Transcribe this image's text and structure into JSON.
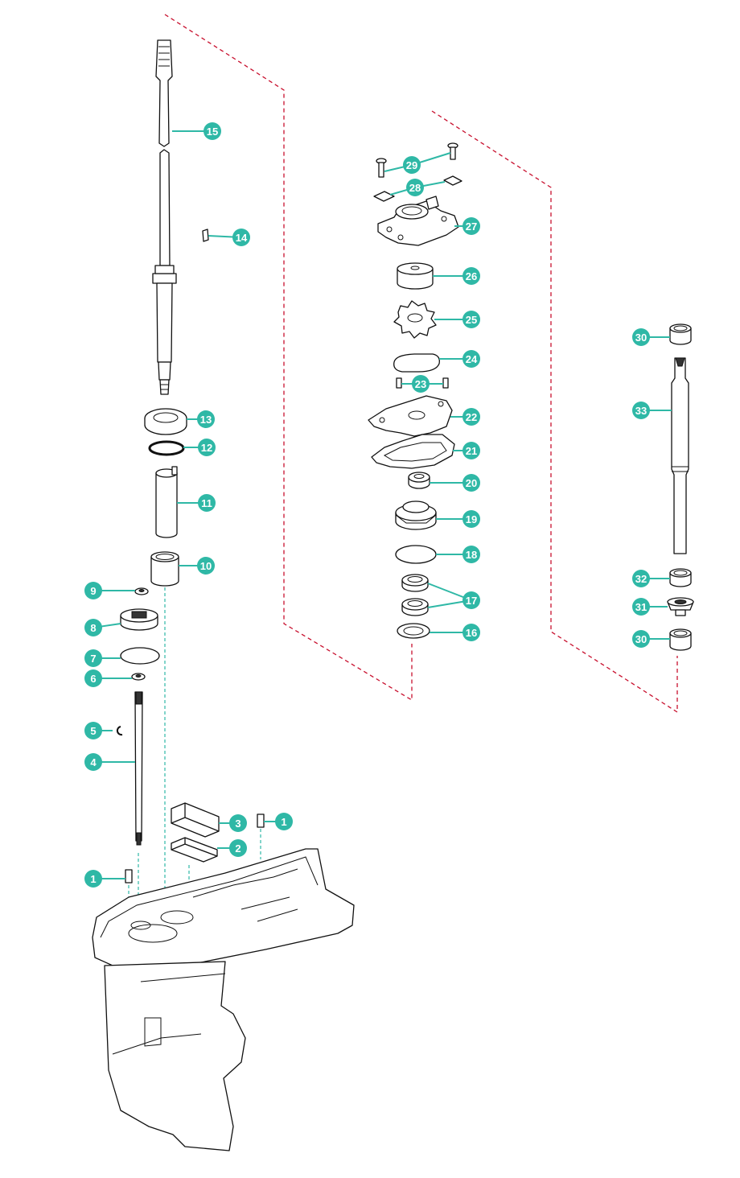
{
  "colors": {
    "callout": "#2fb8a6",
    "group_line": "#c8102e",
    "guide_line": "#2fb8a6",
    "line_art": "#111111"
  },
  "callouts": {
    "c1a": "1",
    "c1b": "1",
    "c2": "2",
    "c3": "3",
    "c4": "4",
    "c5": "5",
    "c6": "6",
    "c7": "7",
    "c8": "8",
    "c9": "9",
    "c10": "10",
    "c11": "11",
    "c12": "12",
    "c13": "13",
    "c14": "14",
    "c15": "15",
    "c16": "16",
    "c17": "17",
    "c18": "18",
    "c19": "19",
    "c20": "20",
    "c21": "21",
    "c22": "22",
    "c23": "23",
    "c24": "24",
    "c25": "25",
    "c26": "26",
    "c27": "27",
    "c28": "28",
    "c29": "29",
    "c30a": "30",
    "c30b": "30",
    "c31": "31",
    "c32": "32",
    "c33": "33"
  }
}
